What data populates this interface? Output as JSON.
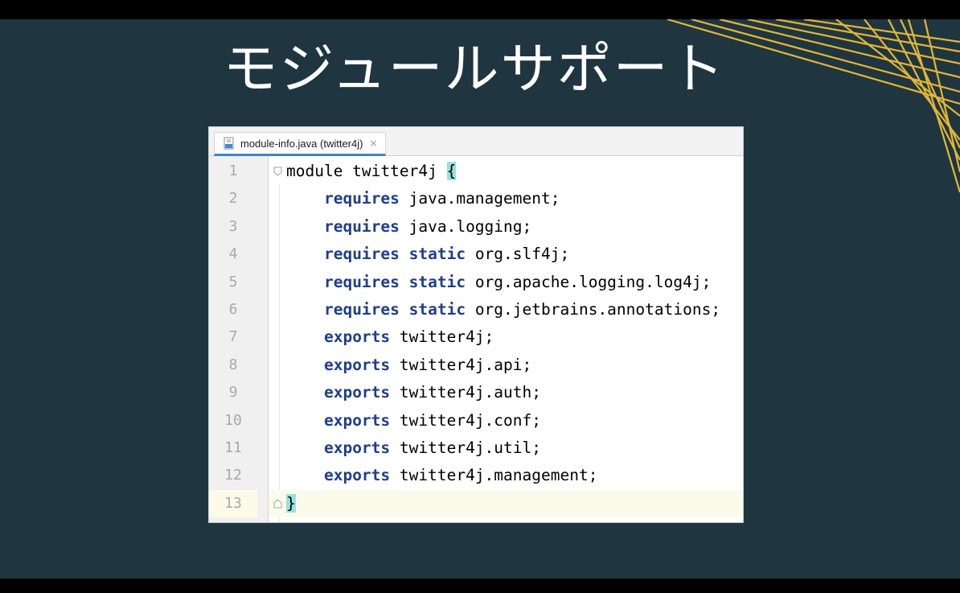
{
  "slide": {
    "title": "モジュールサポート",
    "background_color": "#1f3540",
    "accent_color": "#e3b734"
  },
  "editor": {
    "tab": {
      "label": "module-info.java (twitter4j)",
      "icon": "java-module-file-icon",
      "close_icon": "close-icon",
      "close_glyph": "×"
    },
    "current_line": 13,
    "lines": [
      {
        "num": "1",
        "keywords": "",
        "text": "module twitter4j ",
        "brace": "{"
      },
      {
        "num": "2",
        "keywords": "requires",
        "text": " java.management;",
        "brace": ""
      },
      {
        "num": "3",
        "keywords": "requires",
        "text": " java.logging;",
        "brace": ""
      },
      {
        "num": "4",
        "keywords": "requires static",
        "text": " org.slf4j;",
        "brace": ""
      },
      {
        "num": "5",
        "keywords": "requires static",
        "text": " org.apache.logging.log4j;",
        "brace": ""
      },
      {
        "num": "6",
        "keywords": "requires static",
        "text": " org.jetbrains.annotations;",
        "brace": ""
      },
      {
        "num": "7",
        "keywords": "exports",
        "text": " twitter4j;",
        "brace": ""
      },
      {
        "num": "8",
        "keywords": "exports",
        "text": " twitter4j.api;",
        "brace": ""
      },
      {
        "num": "9",
        "keywords": "exports",
        "text": " twitter4j.auth;",
        "brace": ""
      },
      {
        "num": "10",
        "keywords": "exports",
        "text": " twitter4j.conf;",
        "brace": ""
      },
      {
        "num": "11",
        "keywords": "exports",
        "text": " twitter4j.util;",
        "brace": ""
      },
      {
        "num": "12",
        "keywords": "exports",
        "text": " twitter4j.management;",
        "brace": ""
      },
      {
        "num": "13",
        "keywords": "",
        "text": "",
        "brace": "}"
      }
    ]
  }
}
